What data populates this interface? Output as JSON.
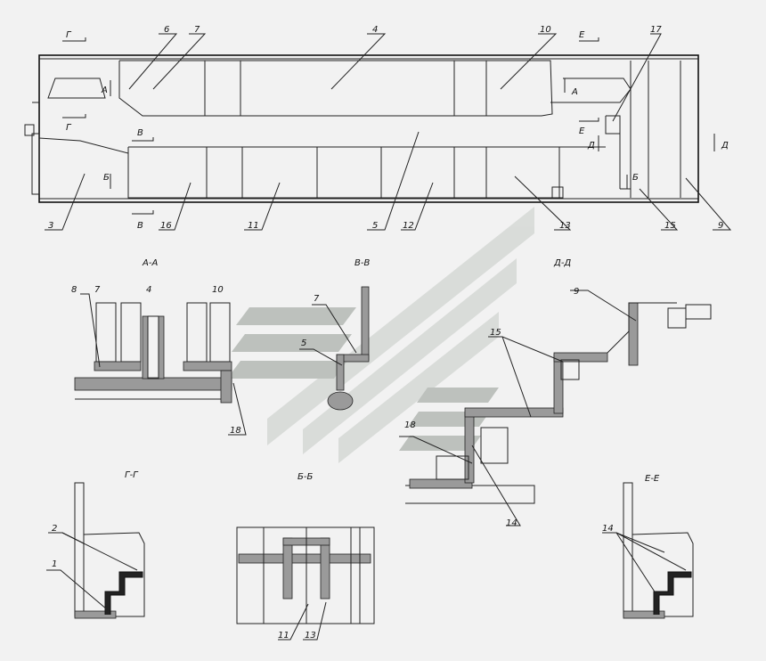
{
  "callouts": {
    "c1": "1",
    "c2": "2",
    "c3": "3",
    "c4": "4",
    "c5": "5",
    "c6": "6",
    "c7": "7",
    "c9": "9",
    "c10": "10",
    "c11": "11",
    "c12": "12",
    "c13": "13",
    "c15": "15",
    "c16": "16",
    "c17": "17"
  },
  "markers": {
    "g": "Г",
    "a": "А",
    "b": "Б",
    "v": "В",
    "e": "Е",
    "d": "Д"
  },
  "sections": {
    "aa": "А-А",
    "vv": "В-В",
    "dd": "Д-Д",
    "gg": "Г-Г",
    "bb": "Б-Б",
    "ee": "Е-Е"
  },
  "detail": {
    "aa_8": "8",
    "aa_7": "7",
    "aa_4": "4",
    "aa_10": "10",
    "aa_18": "18",
    "vv_7": "7",
    "vv_5": "5",
    "dd_9": "9",
    "dd_15": "15",
    "dd_18": "18",
    "dd_14": "14",
    "gg_2": "2",
    "gg_1": "1",
    "bb_11": "11",
    "bb_13": "13",
    "ee_14": "14"
  },
  "colors": {
    "line": "#222222",
    "background": "#f2f2f2",
    "watermark": "#d4d8d4"
  }
}
